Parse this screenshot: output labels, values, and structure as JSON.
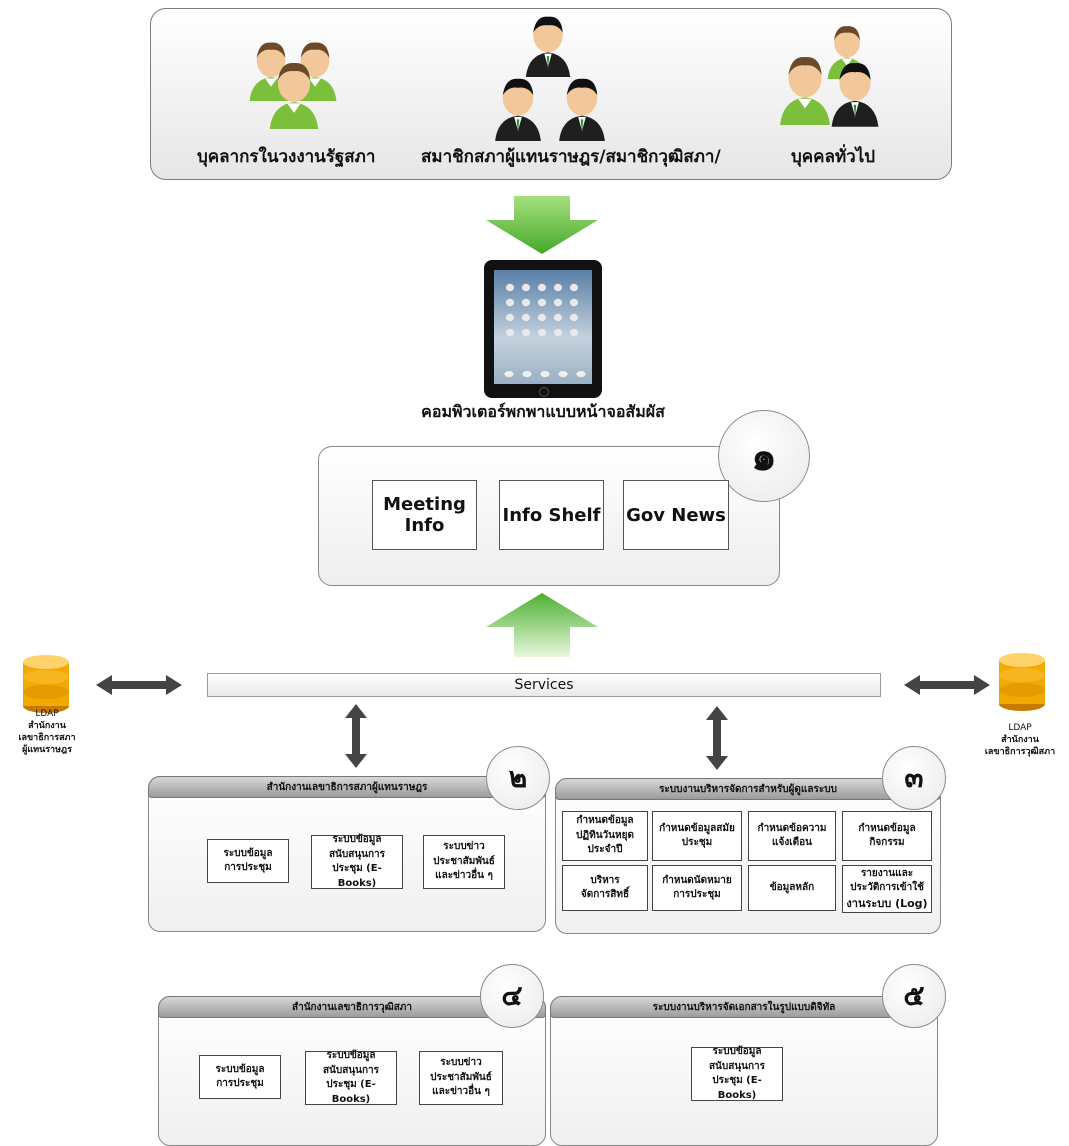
{
  "user_groups": [
    {
      "label": "บุคลากรในวงงานรัฐสภา"
    },
    {
      "label": "สมาชิกสภาผู้แทนราษฎร/สมาชิกวุฒิสภา/"
    },
    {
      "label": "บุคคลทั่วไป"
    }
  ],
  "device_label": "คอมพิวเตอร์พกพาแบบหน้าจอสัมผัส",
  "apps": {
    "number": "๑",
    "items": [
      "Meeting Info",
      "Info Shelf",
      "Gov News"
    ]
  },
  "services_label": "Services",
  "ldap_left": {
    "line1": "LDAP",
    "line2": "สำนักงาน",
    "line3": "เลขาธิการสภา",
    "line4": "ผู้แทนราษฎร"
  },
  "ldap_right": {
    "line1": "LDAP",
    "line2": "สำนักงาน",
    "line3": "เลขาธิการวุฒิสภา"
  },
  "panel2": {
    "number": "๒",
    "title": "สำนักงานเลขาธิการสภาผู้แทนราษฎร",
    "items": [
      {
        "l1": "ระบบข้อมูล",
        "l2": "การประชุม",
        "l3": ""
      },
      {
        "l1": "ระบบข้อมูล",
        "l2": "สนับสนุนการ",
        "l3": "ประชุม (E-Books)"
      },
      {
        "l1": "ระบบข่าว",
        "l2": "ประชาสัมพันธ์",
        "l3": "และข่าวอื่น ๆ"
      }
    ]
  },
  "panel3": {
    "number": "๓",
    "title": "ระบบงานบริหารจัดการสำหรับผู้ดูแลระบบ",
    "items": [
      {
        "l1": "กำหนดข้อมูล",
        "l2": "ปฏิทินวันหยุด",
        "l3": "ประจำปี"
      },
      {
        "l1": "กำหนดข้อมูลสมัย",
        "l2": "ประชุม",
        "l3": ""
      },
      {
        "l1": "กำหนดข้อความ",
        "l2": "แจ้งเตือน",
        "l3": ""
      },
      {
        "l1": "กำหนดข้อมูล",
        "l2": "กิจกรรม",
        "l3": ""
      },
      {
        "l1": "บริหาร",
        "l2": "จัดการสิทธิ์",
        "l3": ""
      },
      {
        "l1": "กำหนดนัดหมาย",
        "l2": "การประชุม",
        "l3": ""
      },
      {
        "l1": "ข้อมูลหลัก",
        "l2": "",
        "l3": ""
      },
      {
        "l1": "รายงานและ",
        "l2": "ประวัติการเข้าใช้",
        "l3": "งานระบบ (Log)"
      }
    ]
  },
  "panel4": {
    "number": "๔",
    "title": "สำนักงานเลขาธิการวุฒิสภา",
    "items": [
      {
        "l1": "ระบบข้อมูล",
        "l2": "การประชุม",
        "l3": ""
      },
      {
        "l1": "ระบบข้อมูล",
        "l2": "สนับสนุนการ",
        "l3": "ประชุม (E-Books)"
      },
      {
        "l1": "ระบบข่าว",
        "l2": "ประชาสัมพันธ์",
        "l3": "และข่าวอื่น ๆ"
      }
    ]
  },
  "panel5": {
    "number": "๕",
    "title": "ระบบงานบริหารจัดเอกสารในรูปแบบดิจิทัล",
    "items": [
      {
        "l1": "ระบบข้อมูล",
        "l2": "สนับสนุนการ",
        "l3": "ประชุม (E-Books)"
      }
    ]
  },
  "colors": {
    "arrow_green": "#6cc24a",
    "person_green": "#7cbf3a",
    "db_gold": "#f2a900"
  }
}
